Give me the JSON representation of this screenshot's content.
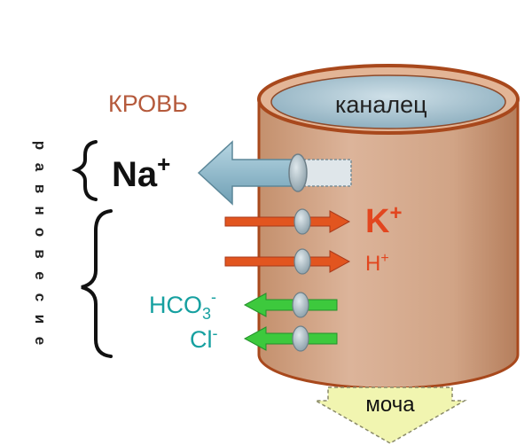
{
  "labels": {
    "blood": "КРОВЬ",
    "tubule": "каналец",
    "balance_vertical": "равновесие",
    "urine": "моча"
  },
  "ions": {
    "na_base": "Na",
    "na_sup": "+",
    "k_base": "K",
    "k_sup": "+",
    "h_base": "H",
    "h_sup": "+",
    "hco3_base": "HCO",
    "hco3_sub": "3",
    "hco3_sup": "-",
    "cl_base": "Cl",
    "cl_sup": "-"
  },
  "colors": {
    "blood_label": "#b55a3c",
    "cylinder_body": "#d4a98a",
    "cylinder_rim": "#a8481c",
    "lumen": "#a9c3cf",
    "na_arrow": "#8ab7c9",
    "out_arrow": "#e2551f",
    "k_label": "#e2461f",
    "in_arrow": "#3dc93d",
    "anion_label": "#16a0a0",
    "urine_box": "#f1f5b0"
  }
}
